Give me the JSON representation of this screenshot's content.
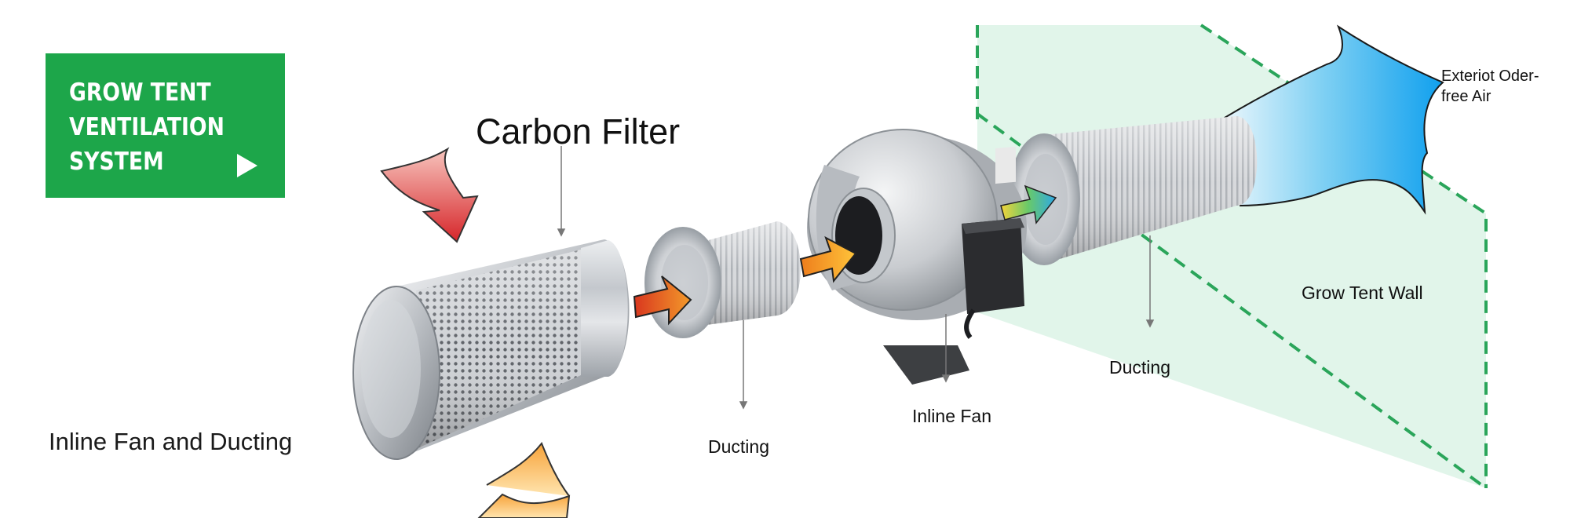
{
  "badge": {
    "lines": [
      "GROW TENT",
      "VENTILATION",
      "SYSTEM"
    ],
    "arrow_icon": "play-triangle-icon",
    "color": "#1da64a"
  },
  "labels": {
    "carbon_filter": "Carbon Filter",
    "inline_fan_and_ducting": "Inline Fan and Ducting",
    "ducting_left": "Ducting",
    "inline_fan": "Inline Fan",
    "ducting_right": "Ducting",
    "grow_tent_wall": "Grow Tent Wall",
    "exterior_air": "Exteriot Oder-free Air"
  },
  "colors": {
    "wall_fill": "#dff4e9",
    "wall_border": "#2aa55a",
    "exhaust_air": "#1aa0ee",
    "metal": "#c9ccd1"
  }
}
